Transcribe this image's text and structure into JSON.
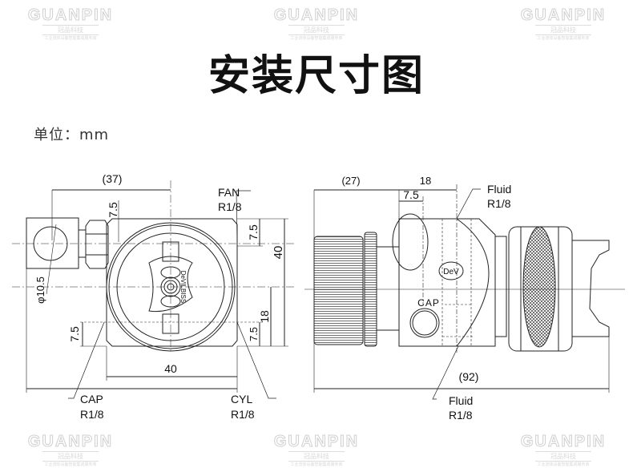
{
  "title": "安装尺寸图",
  "unit_label": "单位：mm",
  "watermark": {
    "brand": "GUANPIN",
    "cn": "冠品科技",
    "slogan": "工业流体设备智能集成服务商"
  },
  "left_view": {
    "dim_top": "(37)",
    "dim_hex": "7.5",
    "dim_right_top": "7.5",
    "dim_right_total": "40",
    "dim_right_center": "18",
    "dim_right_bottom": "7.5",
    "dim_left_bottom": "7.5",
    "dim_width": "40",
    "dim_diameter": "φ10.5",
    "brand_mark": "DeVILBISS",
    "fan_label": [
      "FAN",
      "R1/8"
    ],
    "cap_label": [
      "CAP",
      "R1/8"
    ],
    "cyl_label": [
      "CYL",
      "R1/8"
    ]
  },
  "right_view": {
    "dim_top_left": "(27)",
    "dim_top_right": "18",
    "dim_offset": "7.5",
    "dim_total": "(92)",
    "cap_text": "CAP",
    "logo_text": "DeV",
    "fluid_top": [
      "Fluid",
      "R1/8"
    ],
    "fluid_bottom": [
      "Fluid",
      "R1/8"
    ]
  }
}
